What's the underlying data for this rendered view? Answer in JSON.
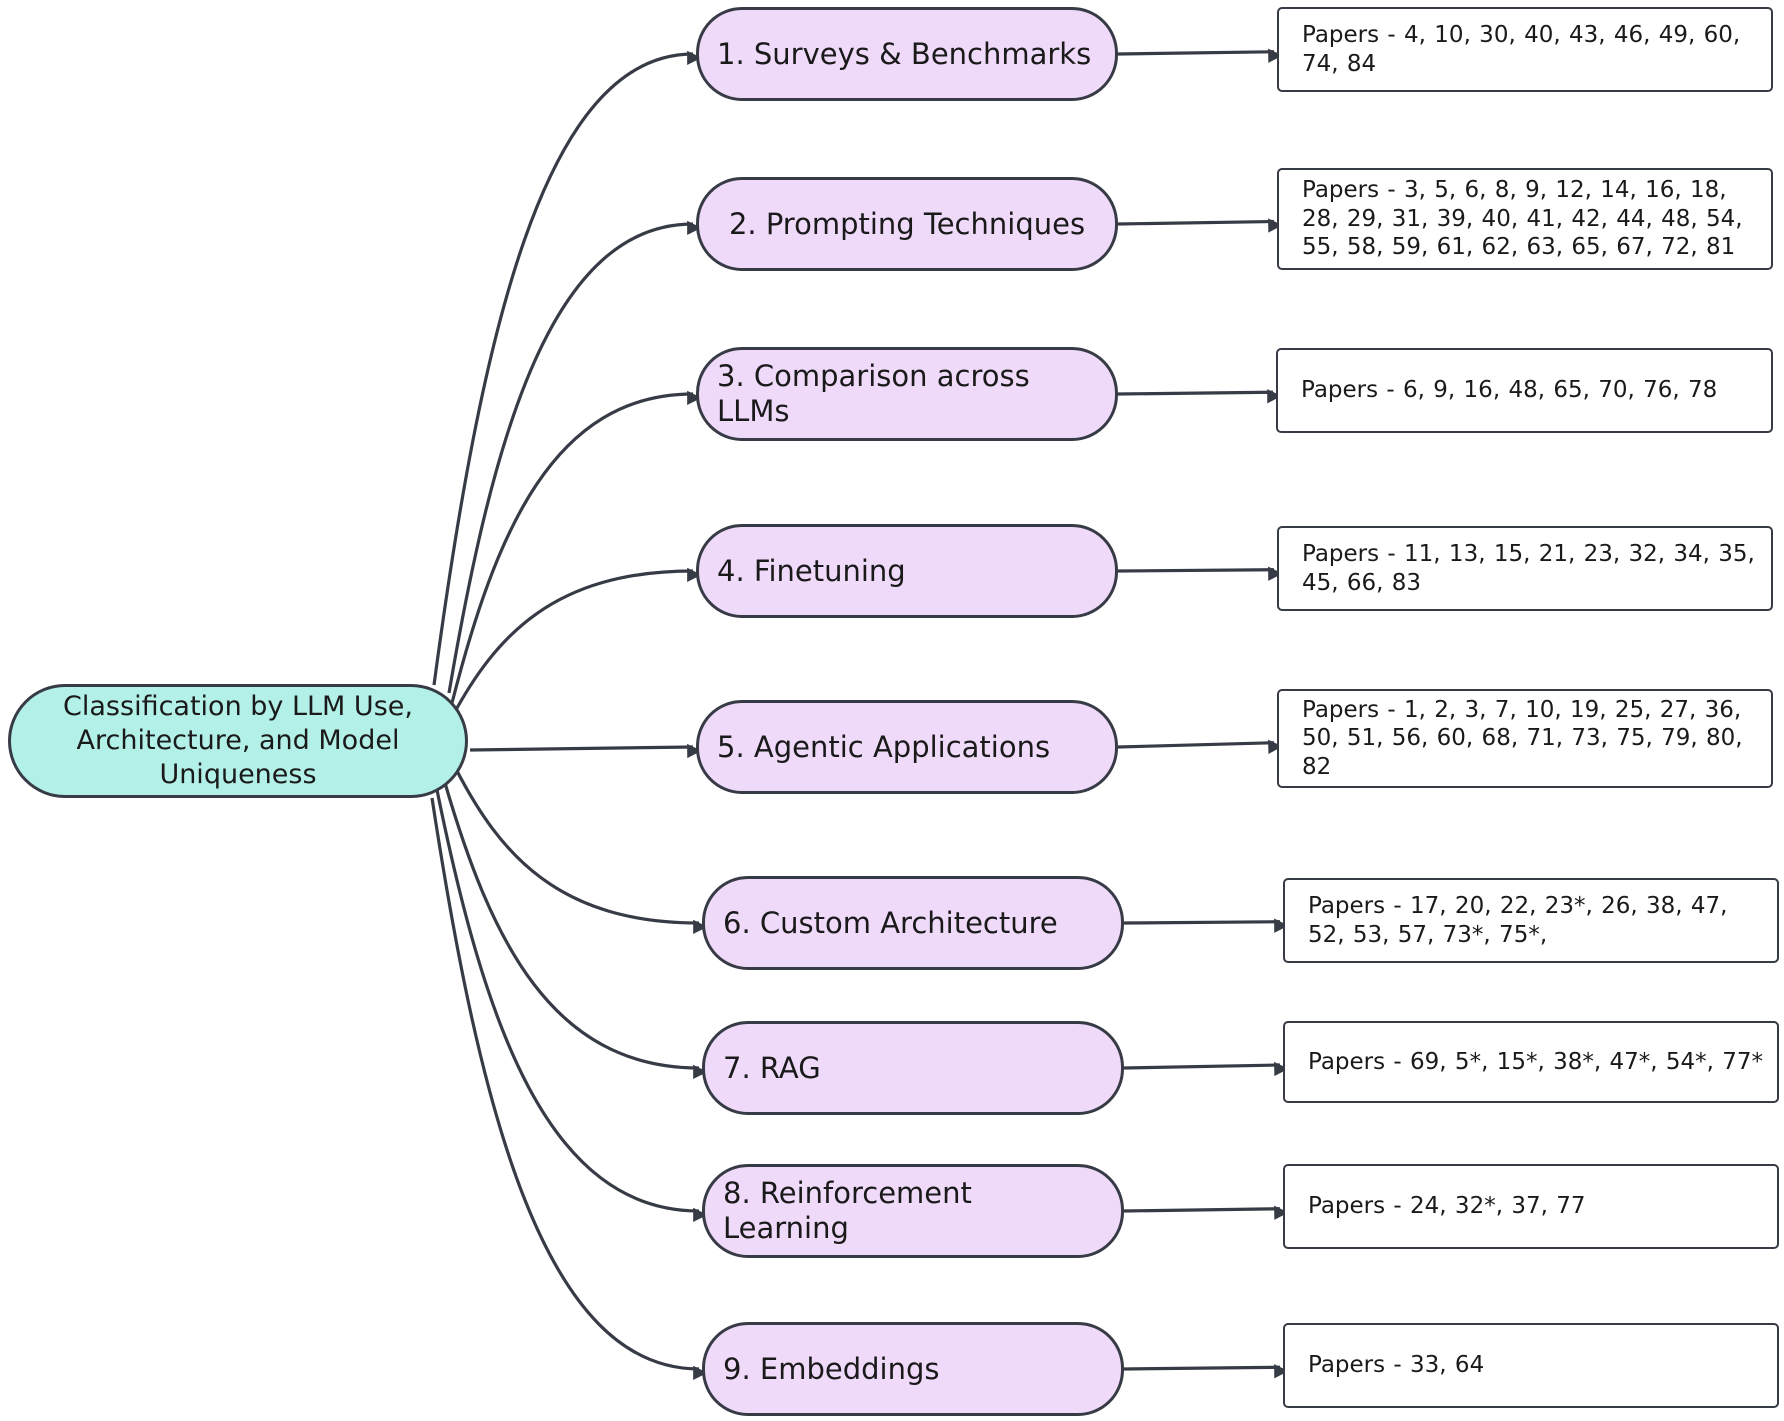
{
  "root": {
    "label": "Classification by LLM Use, Architecture, and Model Uniqueness"
  },
  "categories": [
    {
      "label": "1. Surveys & Benchmarks",
      "papers": "Papers - 4, 10, 30, 40, 43, 46, 49, 60, 74, 84"
    },
    {
      "label": "2. Prompting Techniques",
      "papers": "Papers - 3, 5, 6, 8, 9, 12, 14, 16, 18, 28, 29, 31, 39, 40, 41, 42, 44, 48, 54, 55, 58, 59, 61, 62, 63, 65, 67, 72, 81"
    },
    {
      "label": "3. Comparison across LLMs",
      "papers": "Papers - 6, 9, 16, 48, 65, 70, 76, 78"
    },
    {
      "label": "4. Finetuning",
      "papers": "Papers - 11, 13, 15, 21, 23, 32, 34, 35, 45, 66, 83"
    },
    {
      "label": "5. Agentic Applications",
      "papers": "Papers - 1, 2, 3, 7, 10, 19, 25, 27, 36, 50, 51, 56, 60, 68, 71, 73, 75, 79, 80, 82"
    },
    {
      "label": "6. Custom Architecture",
      "papers": "Papers - 17, 20, 22, 23*, 26, 38, 47, 52, 53, 57, 73*, 75*,"
    },
    {
      "label": "7. RAG",
      "papers": "Papers - 69, 5*, 15*, 38*, 47*, 54*, 77*"
    },
    {
      "label": "8. Reinforcement Learning",
      "papers": "Papers - 24, 32*, 37, 77"
    },
    {
      "label": "9. Embeddings",
      "papers": "Papers - 33, 64"
    }
  ],
  "colors": {
    "root_fill": "#b3f0e8",
    "category_fill": "#f0dafa",
    "papers_fill": "#ffffff",
    "stroke": "#373b45"
  }
}
